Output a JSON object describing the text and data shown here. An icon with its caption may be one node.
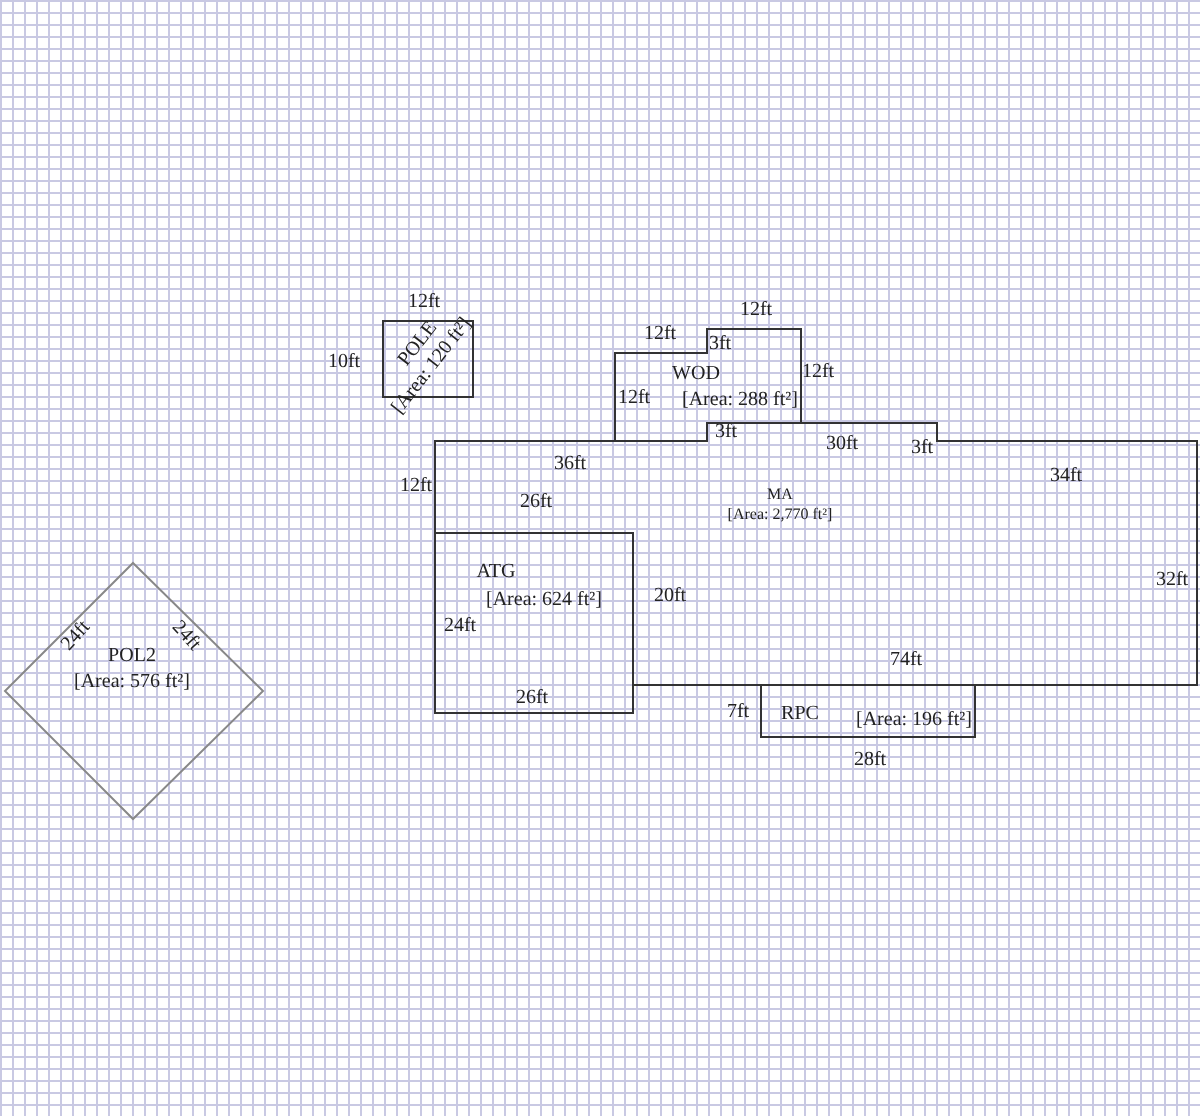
{
  "diagram": {
    "nodes": [
      {
        "text": [
          "POLE",
          "[Area: 120 ft²]"
        ]
      },
      {
        "text": [
          "WOD",
          "[Area: 288 ft²]"
        ]
      },
      {
        "text": [
          "MA",
          "[Area: 2,770 ft²]"
        ]
      },
      {
        "text": [
          "ATG",
          "[Area: 624 ft²]"
        ]
      },
      {
        "text": [
          "RPC",
          "[Area: 196 ft²]"
        ]
      },
      {
        "text": [
          "POL2",
          "[Area: 576 ft²]"
        ]
      }
    ],
    "labels": [
      "12ft",
      "12ft",
      "12ft",
      "3ft",
      "10ft",
      "12ft",
      "12ft",
      "3ft",
      "30ft",
      "3ft",
      "36ft",
      "34ft",
      "12ft",
      "26ft",
      "32ft",
      "20ft",
      "24ft",
      "24ft",
      "24ft",
      "74ft",
      "26ft",
      "7ft",
      "28ft"
    ]
  }
}
